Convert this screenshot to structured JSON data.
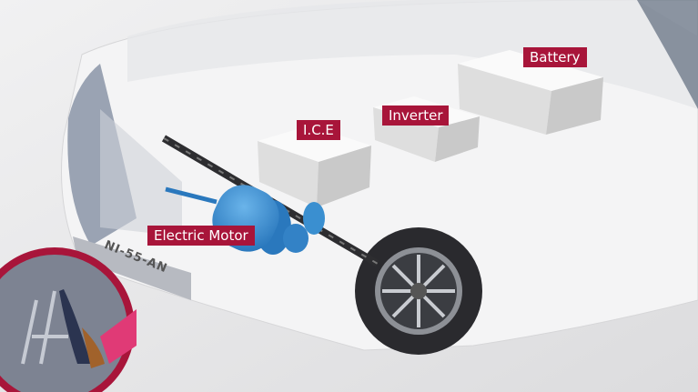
{
  "labels": {
    "battery": "Battery",
    "inverter": "Inverter",
    "ice": "I.C.E",
    "motor": "Electric Motor"
  },
  "license_plate": "NI-55-AN",
  "colors": {
    "label_bg": "#a8153a",
    "motor": "#3a8fd0",
    "background": "#e9e9ea"
  }
}
